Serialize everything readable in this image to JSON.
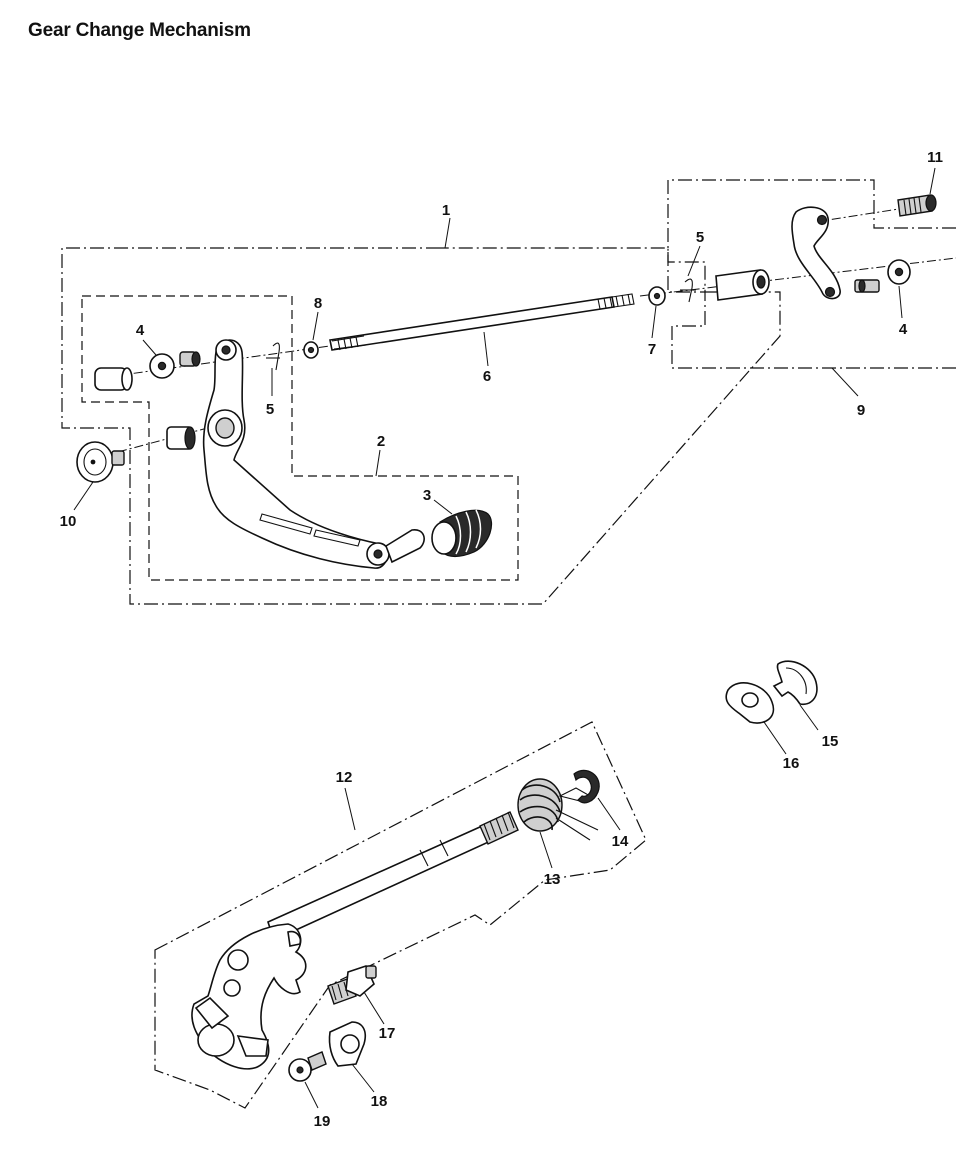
{
  "title": "Gear Change Mechanism",
  "callouts": [
    {
      "id": "c1",
      "label": "1"
    },
    {
      "id": "c2",
      "label": "2"
    },
    {
      "id": "c3",
      "label": "3"
    },
    {
      "id": "c4a",
      "label": "4"
    },
    {
      "id": "c4b",
      "label": "4"
    },
    {
      "id": "c5a",
      "label": "5"
    },
    {
      "id": "c5b",
      "label": "5"
    },
    {
      "id": "c6",
      "label": "6"
    },
    {
      "id": "c7",
      "label": "7"
    },
    {
      "id": "c8",
      "label": "8"
    },
    {
      "id": "c9",
      "label": "9"
    },
    {
      "id": "c10",
      "label": "10"
    },
    {
      "id": "c11",
      "label": "11"
    },
    {
      "id": "c12",
      "label": "12"
    },
    {
      "id": "c13",
      "label": "13"
    },
    {
      "id": "c14",
      "label": "14"
    },
    {
      "id": "c15",
      "label": "15"
    },
    {
      "id": "c16",
      "label": "16"
    },
    {
      "id": "c17",
      "label": "17"
    },
    {
      "id": "c18",
      "label": "18"
    },
    {
      "id": "c19",
      "label": "19"
    }
  ]
}
